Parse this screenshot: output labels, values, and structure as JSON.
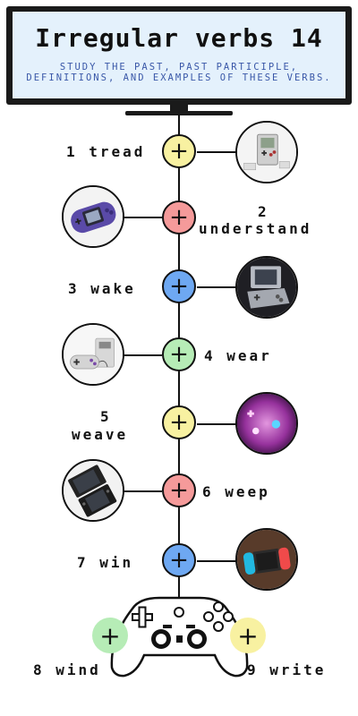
{
  "header": {
    "title": "Irregular verbs 14",
    "subtitle": "Study the past, past participle, definitions, and examples of these verbs."
  },
  "node_symbol": "+",
  "verbs": [
    {
      "label": "1 tread",
      "icon": "game-boy-icon",
      "color": "#f8f1a1"
    },
    {
      "label_line1": "2",
      "label_line2": "understand",
      "icon": "game-boy-advance-icon",
      "color": "#f59a9a"
    },
    {
      "label": "3 wake",
      "icon": "game-boy-advance-sp-icon",
      "color": "#6ea8f2"
    },
    {
      "label": "4 wear",
      "icon": "snes-controller-icon",
      "color": "#b6ecb6"
    },
    {
      "label_line1": "5",
      "label_line2": "weave",
      "icon": "glowing-controller-icon",
      "color": "#f8f1a1"
    },
    {
      "label": "6 weep",
      "icon": "nintendo-ds-icon",
      "color": "#f59a9a"
    },
    {
      "label": "7 win",
      "icon": "nintendo-switch-icon",
      "color": "#6ea8f2"
    },
    {
      "label": "8 wind",
      "icon": "plus-icon",
      "color": "#b6ecb6"
    },
    {
      "label": "9 write",
      "icon": "plus-icon",
      "color": "#f8f1a1"
    }
  ]
}
